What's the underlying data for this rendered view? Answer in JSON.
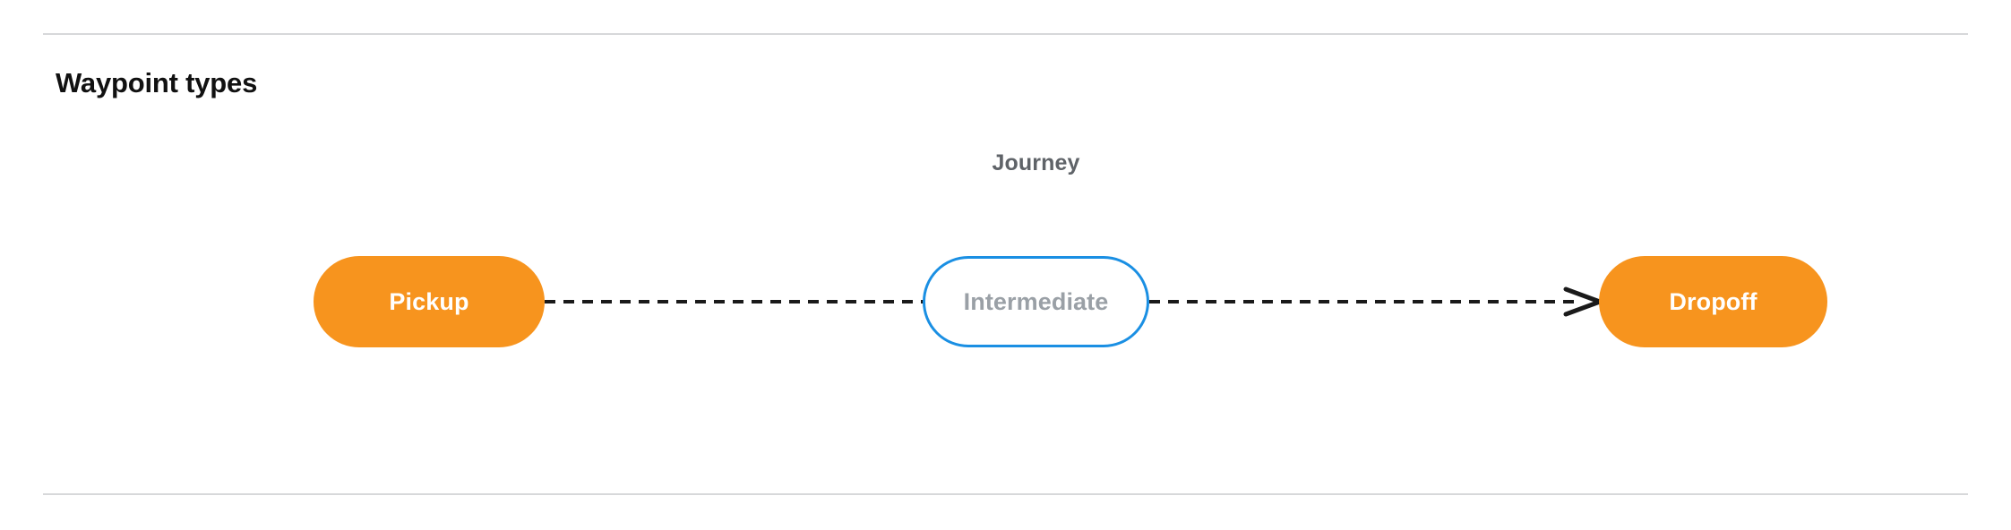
{
  "section": {
    "title": "Waypoint types"
  },
  "diagram": {
    "group_label": "Journey",
    "nodes": [
      {
        "id": "pickup",
        "label": "Pickup",
        "style": "filled",
        "fill": "#F7941E",
        "text_color": "#FFFFFF"
      },
      {
        "id": "intermediate",
        "label": "Intermediate",
        "style": "outline",
        "fill": "#FFFFFF",
        "border_color": "#1A8FE3",
        "text_color": "#9AA0A6"
      },
      {
        "id": "dropoff",
        "label": "Dropoff",
        "style": "filled",
        "fill": "#F7941E",
        "text_color": "#FFFFFF"
      }
    ],
    "edges": [
      {
        "from": "pickup",
        "to": "intermediate",
        "line": "dashed",
        "arrowhead": false,
        "color": "#1A1A1A"
      },
      {
        "from": "intermediate",
        "to": "dropoff",
        "line": "dashed",
        "arrowhead": true,
        "color": "#1A1A1A"
      }
    ]
  },
  "colors": {
    "accent_orange": "#F7941E",
    "accent_blue": "#1A8FE3",
    "divider": "#D7D8DA",
    "muted_text": "#5F6368",
    "placeholder_text": "#9AA0A6"
  }
}
